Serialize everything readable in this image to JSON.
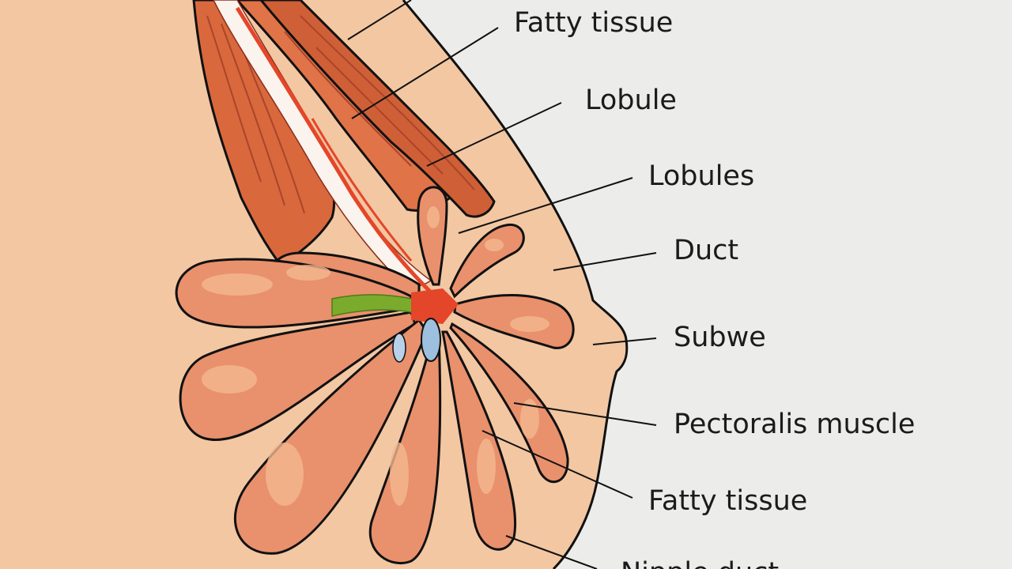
{
  "labels": {
    "fatty_tissue_top": "Fatty tissue",
    "lobule": "Lobule",
    "lobules": "Lobules",
    "duct": "Duct",
    "subwe": "Subwe",
    "pectoralis_muscle": "Pectoralis muscle",
    "fatty_tissue_bottom": "Fatty tissue",
    "cut_off": "Nipple duct"
  },
  "colors": {
    "background": "#ececea",
    "skin": "#f2c7a2",
    "muscle": "#d9683d",
    "lobe_fill": "#e9906c",
    "lobe_texture": "#f3b890",
    "duct": "#e4462a",
    "outline": "#111111",
    "green_structure": "#7aab2c",
    "blue_vessel": "#9cc0dd"
  }
}
